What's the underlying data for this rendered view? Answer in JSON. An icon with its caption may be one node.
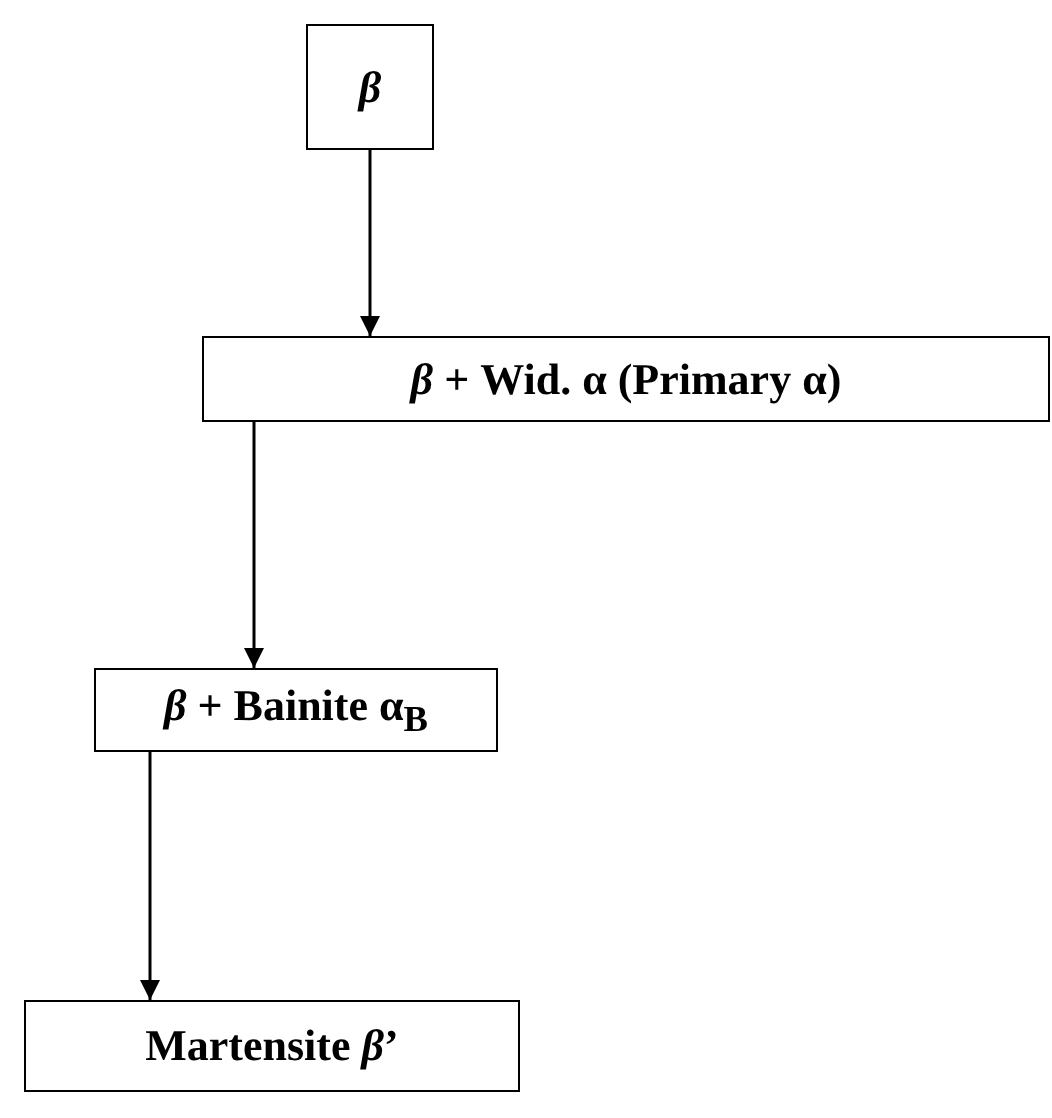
{
  "diagram": {
    "nodes": [
      {
        "text": [
          "*β*"
        ]
      },
      {
        "text": [
          "*β*  +  Wid. α (Primary α)"
        ]
      },
      {
        "text": [
          "*β*  +  Bainite α$_{B}$"
        ]
      },
      {
        "text": [
          "Martensite *β*’"
        ]
      }
    ],
    "edges": [
      {
        "from": 0,
        "to": 1,
        "arrow": "to"
      },
      {
        "from": 1,
        "to": 2,
        "arrow": "to"
      },
      {
        "from": 2,
        "to": 3,
        "arrow": "to"
      }
    ]
  }
}
